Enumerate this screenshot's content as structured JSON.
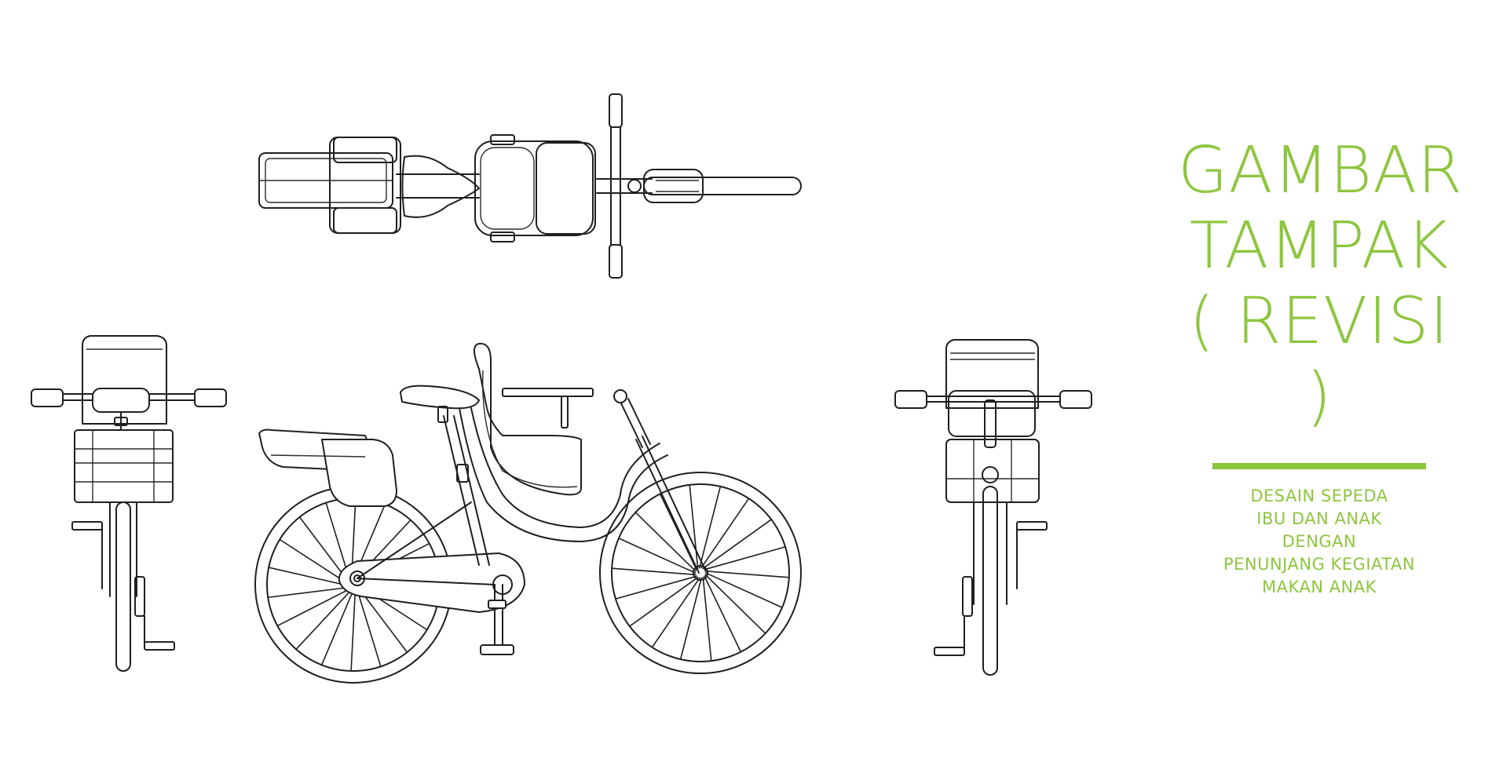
{
  "title": {
    "line1": "GAMBAR",
    "line2": "TAMPAK",
    "line3": "( REVISI )"
  },
  "subtitle": [
    "DESAIN SEPEDA",
    "IBU DAN ANAK",
    "DENGAN",
    "PENUNJANG KEGIATAN",
    "MAKAN ANAK"
  ],
  "colors": {
    "accent": "#8dc63f",
    "line": "#1f1f1f",
    "background": "#ffffff"
  },
  "views": [
    "top-view",
    "left-view",
    "side-view",
    "right-view"
  ]
}
